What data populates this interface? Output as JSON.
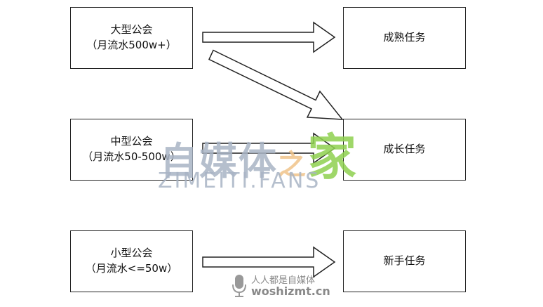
{
  "left_boxes": [
    {
      "title": "大型公会",
      "subtitle": "（月流水500w+）"
    },
    {
      "title": "中型公会",
      "subtitle": "（月流水50-500w）"
    },
    {
      "title": "小型公会",
      "subtitle": "（月流水<=50w）"
    }
  ],
  "right_boxes": [
    {
      "title": "成熟任务"
    },
    {
      "title": "成长任务"
    },
    {
      "title": "新手任务"
    }
  ],
  "watermark": {
    "main": "自媒体",
    "connector": "之",
    "accent": "家",
    "sub": "ZIMEITI.FANS",
    "logo_line1": "人人都是自媒体",
    "logo_line2": "woshizmt.cn"
  }
}
